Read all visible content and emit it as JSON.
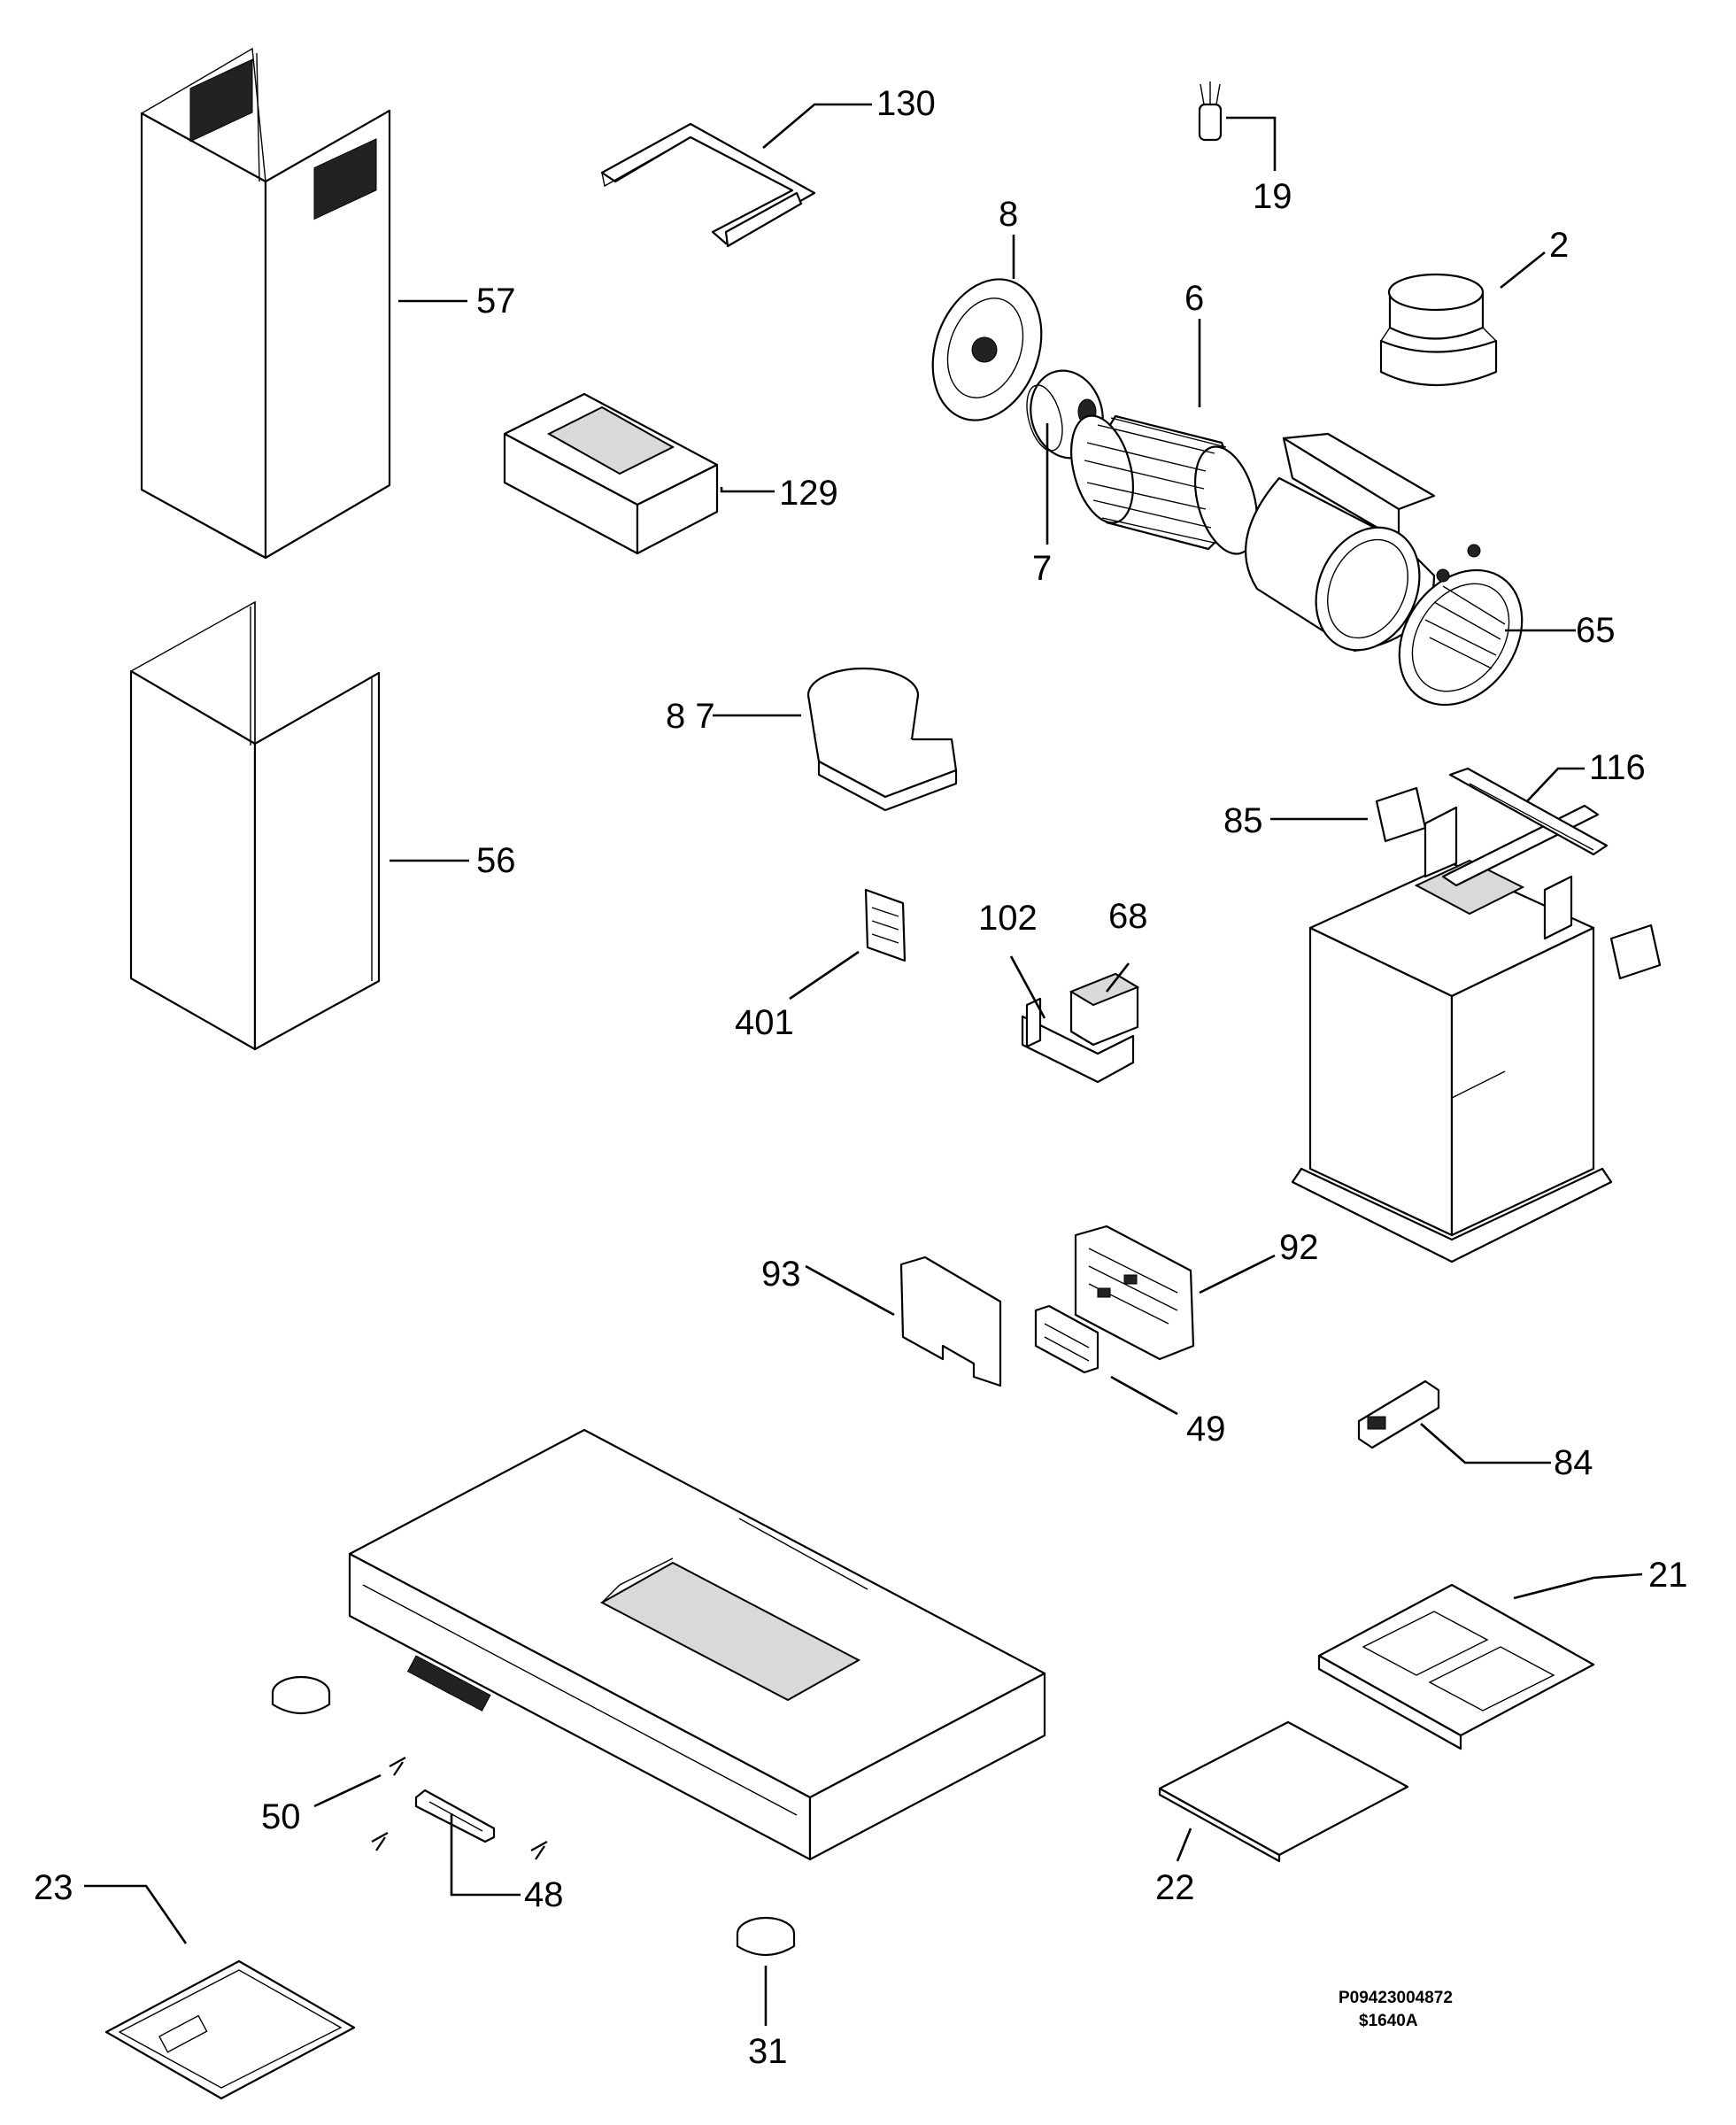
{
  "labels": {
    "p130": "130",
    "p19": "19",
    "p8": "8",
    "p2": "2",
    "p57": "57",
    "p6": "6",
    "p129": "129",
    "p7": "7",
    "p65": "65",
    "p87": "8 7",
    "p116": "116",
    "p85": "85",
    "p102": "102",
    "p68": "68",
    "p56": "56",
    "p401": "401",
    "p92": "92",
    "p93": "93",
    "p49": "49",
    "p84": "84",
    "p21": "21",
    "p50": "50",
    "p48": "48",
    "p22": "22",
    "p23": "23",
    "p31": "31"
  },
  "reference": {
    "code": "P09423004872",
    "revision": "$1640A"
  }
}
